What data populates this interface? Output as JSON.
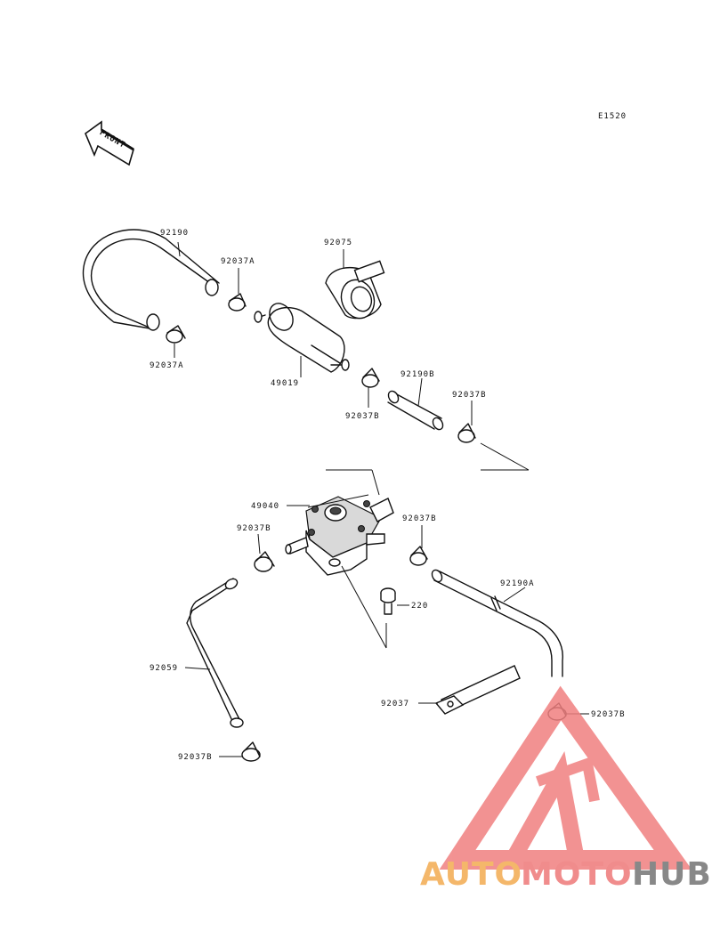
{
  "diagram": {
    "code": "E1520",
    "front_label": "FRONT",
    "labels": {
      "hose_92190": "92190",
      "clamp_92037A_top": "92037A",
      "clamp_92037A_left": "92037A",
      "cap_92075": "92075",
      "filter_49019": "49019",
      "hose_92190B": "92190B",
      "clamp_92037B_a": "92037B",
      "clamp_92037B_b": "92037B",
      "valve_49040": "49040",
      "clamp_92037B_c": "92037B",
      "clamp_92037B_d": "92037B",
      "hose_92190A": "92190A",
      "bolt_220": "220",
      "hose_92059": "92059",
      "plate_92037": "92037",
      "clamp_92037B_e": "92037B",
      "clamp_92037B_f": "92037B"
    }
  },
  "watermark": {
    "text_part1": "AUTO",
    "text_part2": "MOTO",
    "text_part3": "HUB",
    "color1": "#f4b76a",
    "color2": "#f08c8c",
    "color3": "#888888",
    "logo_color": "#f08080"
  }
}
